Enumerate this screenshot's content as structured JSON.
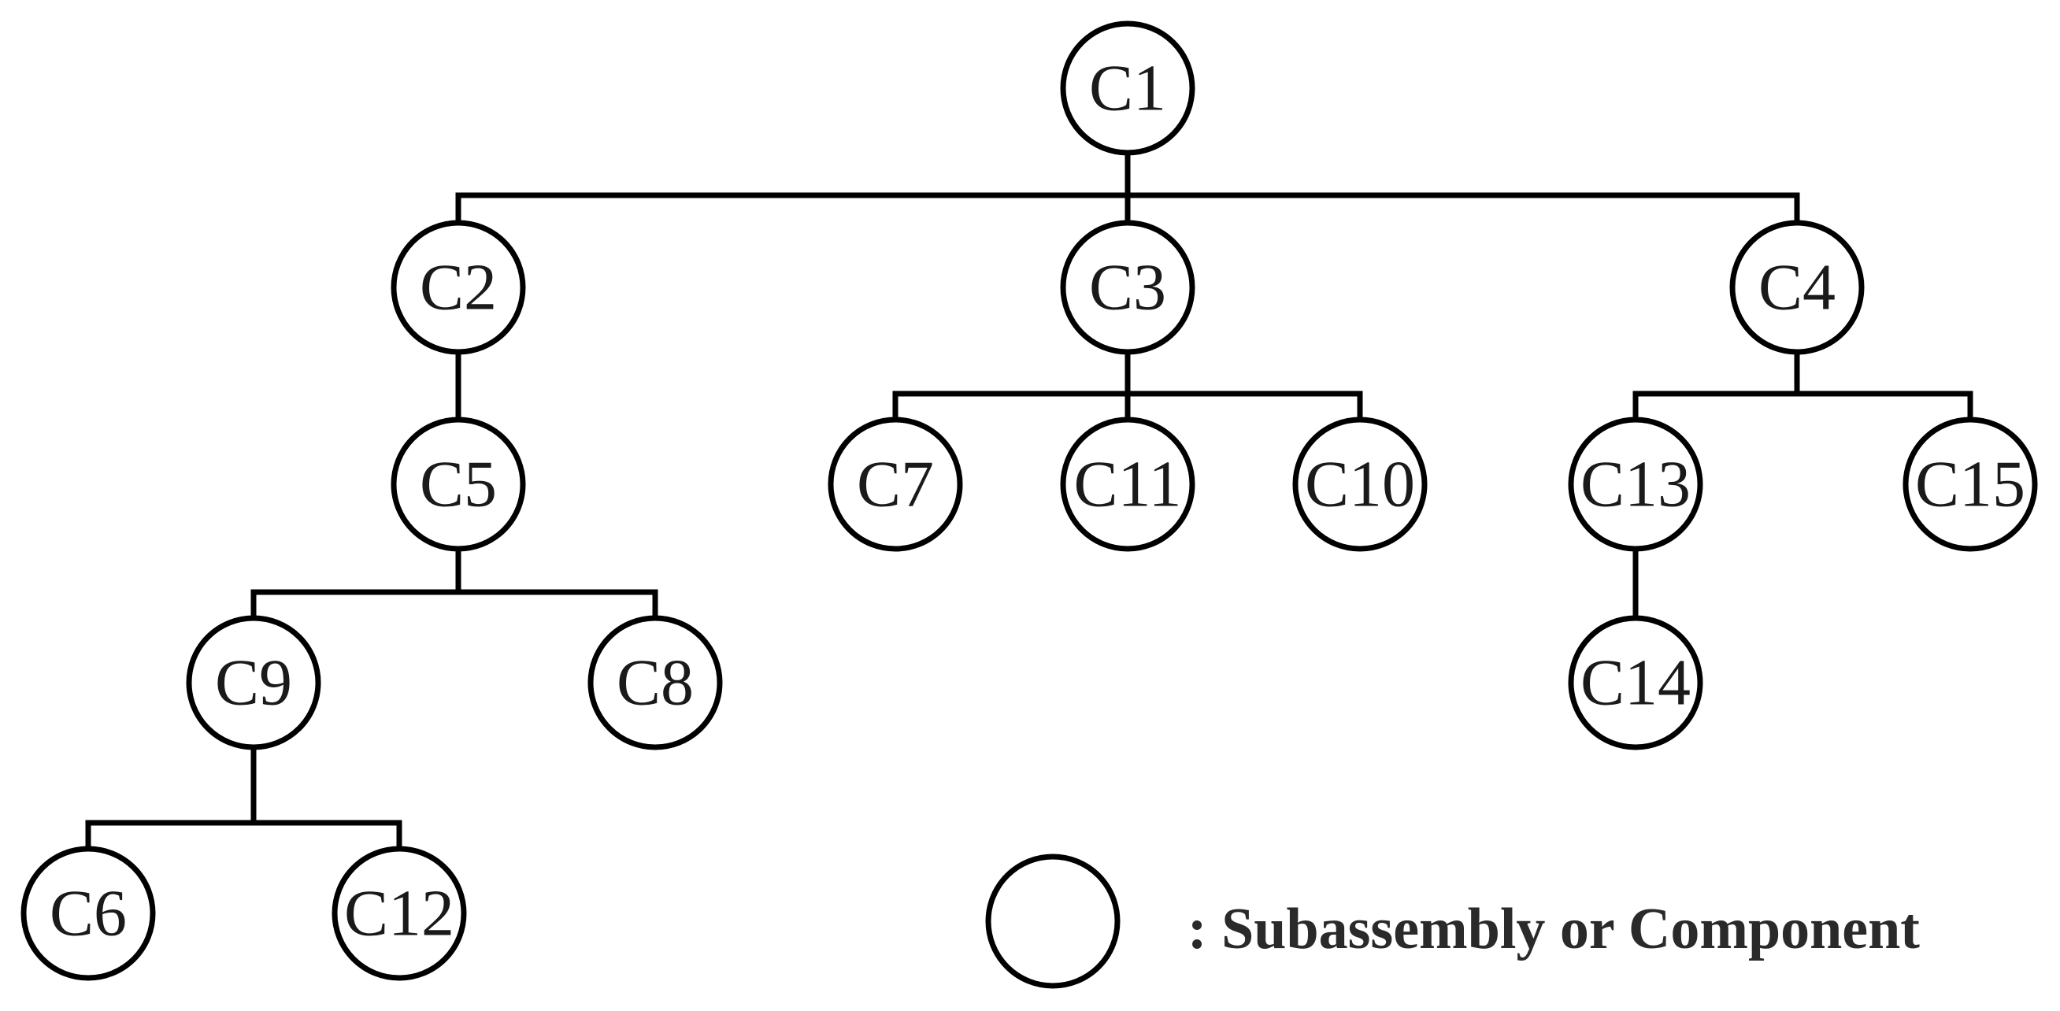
{
  "tree": {
    "nodes": [
      {
        "id": "C1",
        "label": "C1"
      },
      {
        "id": "C2",
        "label": "C2"
      },
      {
        "id": "C3",
        "label": "C3"
      },
      {
        "id": "C4",
        "label": "C4"
      },
      {
        "id": "C5",
        "label": "C5"
      },
      {
        "id": "C7",
        "label": "C7"
      },
      {
        "id": "C11",
        "label": "C11"
      },
      {
        "id": "C10",
        "label": "C10"
      },
      {
        "id": "C13",
        "label": "C13"
      },
      {
        "id": "C15",
        "label": "C15"
      },
      {
        "id": "C9",
        "label": "C9"
      },
      {
        "id": "C8",
        "label": "C8"
      },
      {
        "id": "C14",
        "label": "C14"
      },
      {
        "id": "C6",
        "label": "C6"
      },
      {
        "id": "C12",
        "label": "C12"
      }
    ],
    "children": {
      "C1": [
        "C2",
        "C3",
        "C4"
      ],
      "C2": [
        "C5"
      ],
      "C3": [
        "C7",
        "C11",
        "C10"
      ],
      "C4": [
        "C13",
        "C15"
      ],
      "C5": [
        "C9",
        "C8"
      ],
      "C13": [
        "C14"
      ],
      "C9": [
        "C6",
        "C12"
      ]
    }
  },
  "legend": {
    "label": ": Subassembly or Component"
  }
}
